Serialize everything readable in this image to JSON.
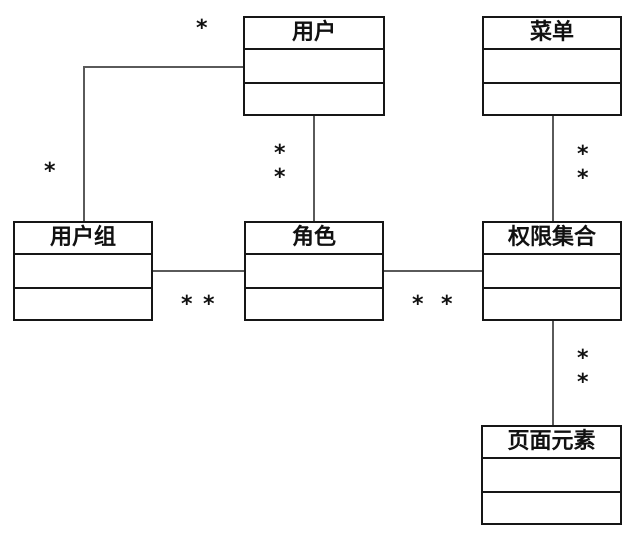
{
  "diagram": {
    "type": "uml-class-diagram",
    "background_color": "#ffffff",
    "box_border_color": "#161616",
    "connector_color": "#5a5a5a",
    "text_color": "#111111",
    "multiplicity_symbol": "*",
    "classes": [
      {
        "name": "用户"
      },
      {
        "name": "菜单"
      },
      {
        "name": "用户组"
      },
      {
        "name": "角色"
      },
      {
        "name": "权限集合"
      },
      {
        "name": "页面元素"
      }
    ],
    "associations": [
      {
        "from": "用户",
        "to": "用户组",
        "from_mult": "*",
        "to_mult": "*"
      },
      {
        "from": "用户",
        "to": "角色",
        "from_mult": "*",
        "to_mult": "*"
      },
      {
        "from": "菜单",
        "to": "权限集合",
        "from_mult": "*",
        "to_mult": "*"
      },
      {
        "from": "用户组",
        "to": "角色",
        "from_mult": "*",
        "to_mult": "*"
      },
      {
        "from": "角色",
        "to": "权限集合",
        "from_mult": "*",
        "to_mult": "*"
      },
      {
        "from": "权限集合",
        "to": "页面元素",
        "from_mult": "*",
        "to_mult": "*"
      }
    ]
  }
}
